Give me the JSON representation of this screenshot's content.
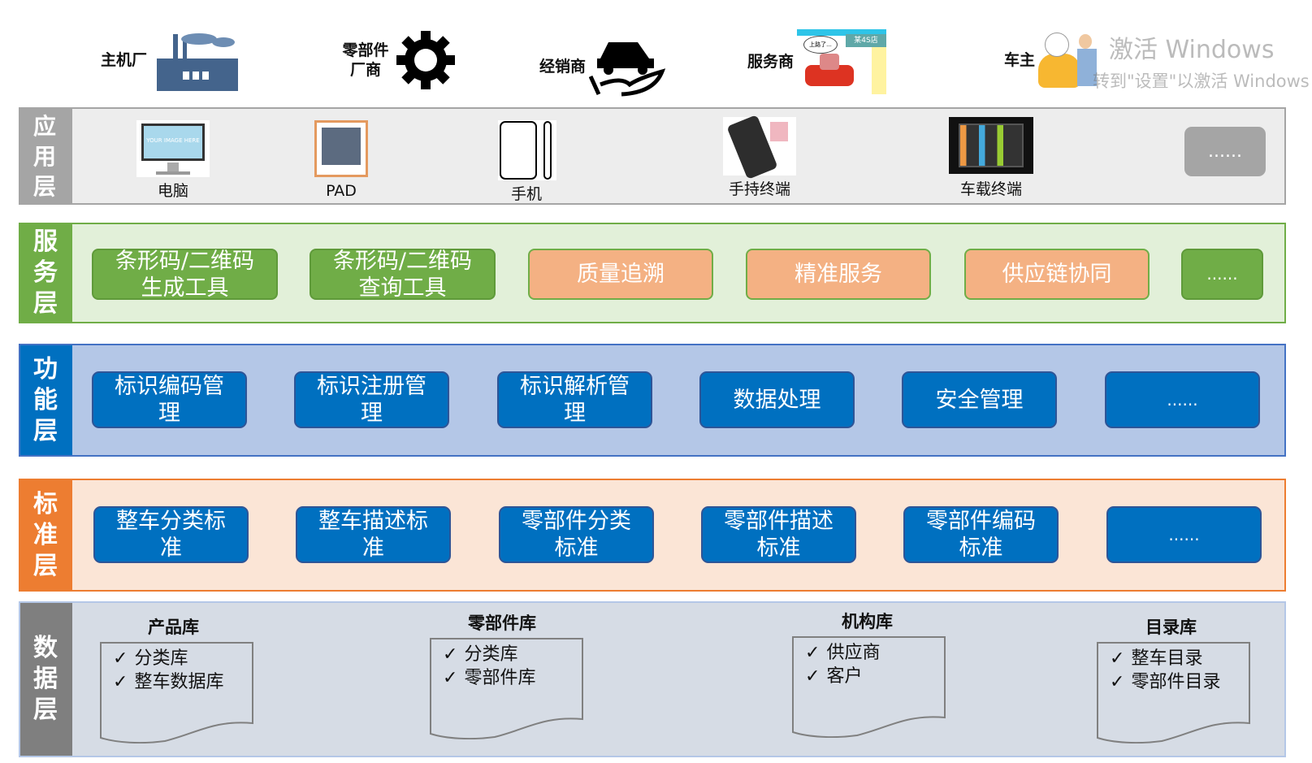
{
  "actors": [
    {
      "label": "主机厂",
      "icon": "factory-icon"
    },
    {
      "label": "零部件厂商",
      "icon": "gear-icon"
    },
    {
      "label": "经销商",
      "icon": "car-hand-icon"
    },
    {
      "label": "服务商",
      "icon": "service-shop-icon",
      "sign": "某4S店",
      "bubble": "上路了..."
    },
    {
      "label": "车主",
      "icon": "car-owner-icon"
    }
  ],
  "layers": {
    "application": {
      "label": "应用层",
      "color": "#a5a5a5",
      "devices": [
        {
          "label": "电脑",
          "icon": "monitor-icon",
          "screen_text": "YOUR IMAGE HERE"
        },
        {
          "label": "PAD",
          "icon": "tablet-icon"
        },
        {
          "label": "手机",
          "icon": "phone-icon"
        },
        {
          "label": "手持终端",
          "icon": "handheld-terminal-icon"
        },
        {
          "label": "车载终端",
          "icon": "vehicle-terminal-icon"
        }
      ],
      "more": "......"
    },
    "service": {
      "label": "服务层",
      "color": "#70ad47",
      "items": [
        {
          "label": "条形码/二维码生成工具",
          "l1": "条形码/二维码",
          "l2": "生成工具"
        },
        {
          "label": "条形码/二维码查询工具",
          "l1": "条形码/二维码",
          "l2": "查询工具"
        },
        {
          "label": "质量追溯"
        },
        {
          "label": "精准服务"
        },
        {
          "label": "供应链协同"
        },
        {
          "label": "......"
        }
      ]
    },
    "function": {
      "label": "功能层",
      "color": "#0070c0",
      "items": [
        {
          "l1": "标识编码管",
          "l2": "理"
        },
        {
          "l1": "标识注册管",
          "l2": "理"
        },
        {
          "l1": "标识解析管",
          "l2": "理"
        },
        {
          "l1": "数据处理",
          "l2": ""
        },
        {
          "l1": "安全管理",
          "l2": ""
        },
        {
          "l1": "......",
          "l2": ""
        }
      ]
    },
    "standard": {
      "label": "标准层",
      "color": "#ed7d31",
      "items": [
        {
          "l1": "整车分类标",
          "l2": "准"
        },
        {
          "l1": "整车描述标",
          "l2": "准"
        },
        {
          "l1": "零部件分类",
          "l2": "标准"
        },
        {
          "l1": "零部件描述",
          "l2": "标准"
        },
        {
          "l1": "零部件编码",
          "l2": "标准"
        },
        {
          "l1": "......",
          "l2": ""
        }
      ]
    },
    "data": {
      "label": "数据层",
      "color": "#7f7f7f",
      "libraries": [
        {
          "title": "产品库",
          "items": [
            "分类库",
            "整车数据库"
          ]
        },
        {
          "title": "零部件库",
          "items": [
            "分类库",
            "零部件库"
          ]
        },
        {
          "title": "机构库",
          "items": [
            "供应商",
            "客户"
          ]
        },
        {
          "title": "目录库",
          "items": [
            "整车目录",
            "零部件目录"
          ]
        }
      ]
    }
  },
  "check_mark": "✓",
  "watermark": {
    "line1": "激活 Windows",
    "line2": "转到\"设置\"以激活 Windows"
  }
}
